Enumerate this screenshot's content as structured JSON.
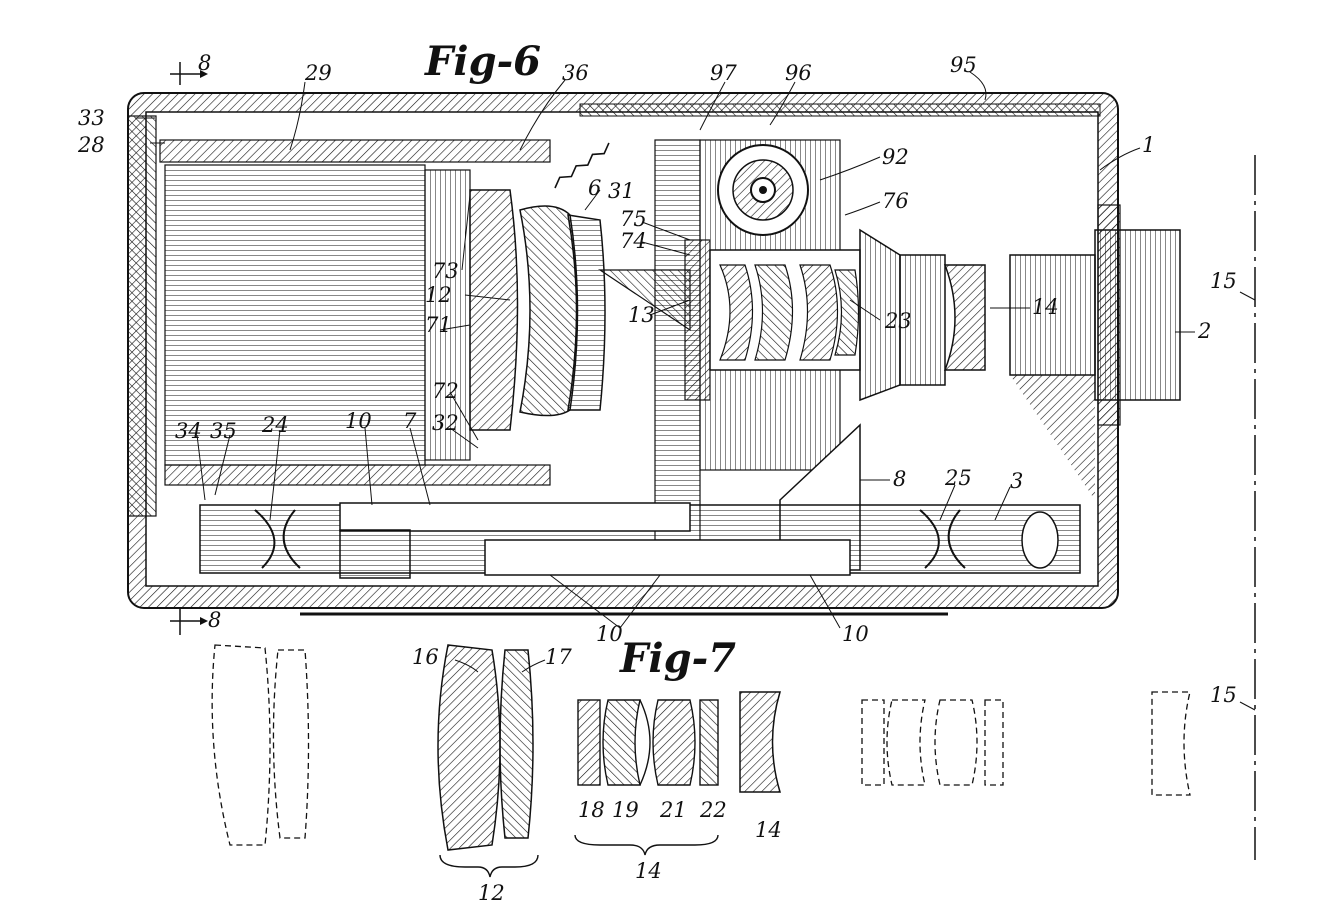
{
  "figure": {
    "fig6_title": "Fig-6",
    "fig7_title": "Fig-7",
    "colors": {
      "ink": "#111111",
      "paper": "#ffffff"
    },
    "fig6_labels": [
      {
        "id": "l-8-top",
        "text": "8"
      },
      {
        "id": "l-8-bottom",
        "text": "8"
      },
      {
        "id": "l-29",
        "text": "29"
      },
      {
        "id": "l-36",
        "text": "36"
      },
      {
        "id": "l-97",
        "text": "97"
      },
      {
        "id": "l-96",
        "text": "96"
      },
      {
        "id": "l-95",
        "text": "95"
      },
      {
        "id": "l-33",
        "text": "33"
      },
      {
        "id": "l-28",
        "text": "28"
      },
      {
        "id": "l-1",
        "text": "1"
      },
      {
        "id": "l-92",
        "text": "92"
      },
      {
        "id": "l-76",
        "text": "76"
      },
      {
        "id": "l-6",
        "text": "6"
      },
      {
        "id": "l-31",
        "text": "31"
      },
      {
        "id": "l-75",
        "text": "75"
      },
      {
        "id": "l-74",
        "text": "74"
      },
      {
        "id": "l-73",
        "text": "73"
      },
      {
        "id": "l-12a",
        "text": "12"
      },
      {
        "id": "l-13",
        "text": "13"
      },
      {
        "id": "l-23",
        "text": "23"
      },
      {
        "id": "l-14a",
        "text": "14"
      },
      {
        "id": "l-2",
        "text": "2"
      },
      {
        "id": "l-15a",
        "text": "15"
      },
      {
        "id": "l-71",
        "text": "71"
      },
      {
        "id": "l-72",
        "text": "72"
      },
      {
        "id": "l-32",
        "text": "32"
      },
      {
        "id": "l-34",
        "text": "34"
      },
      {
        "id": "l-35",
        "text": "35"
      },
      {
        "id": "l-24",
        "text": "24"
      },
      {
        "id": "l-10a",
        "text": "10"
      },
      {
        "id": "l-7",
        "text": "7"
      },
      {
        "id": "l-8-mid",
        "text": "8"
      },
      {
        "id": "l-25",
        "text": "25"
      },
      {
        "id": "l-3",
        "text": "3"
      },
      {
        "id": "l-10b",
        "text": "10"
      },
      {
        "id": "l-10c",
        "text": "10"
      }
    ],
    "fig7_labels": [
      {
        "id": "l-16",
        "text": "16"
      },
      {
        "id": "l-17",
        "text": "17"
      },
      {
        "id": "l-15b",
        "text": "15"
      },
      {
        "id": "l-18",
        "text": "18"
      },
      {
        "id": "l-19",
        "text": "19"
      },
      {
        "id": "l-21",
        "text": "21"
      },
      {
        "id": "l-22",
        "text": "22"
      },
      {
        "id": "l-14b",
        "text": "14"
      },
      {
        "id": "l-12b",
        "text": "12"
      },
      {
        "id": "l-14c",
        "text": "14"
      }
    ]
  }
}
